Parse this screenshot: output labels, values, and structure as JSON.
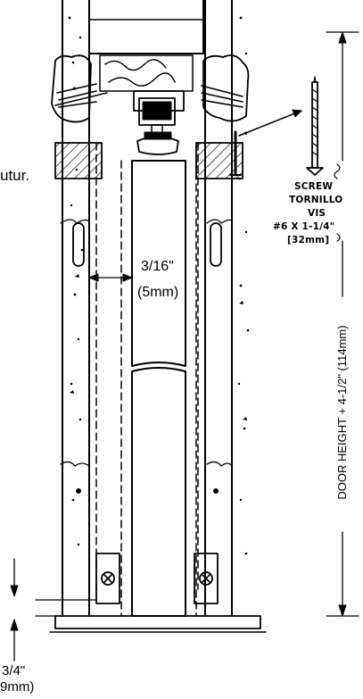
{
  "fragments": {
    "left_edge_text": "utur."
  },
  "screw_callout": {
    "line1": "SCREW",
    "line2": "TORNILLO",
    "line3": "VIS",
    "line4": "#6 X 1-1/4\"",
    "line5": "[32mm]"
  },
  "gap_dimension": {
    "imperial": "3/16\"",
    "metric": "(5mm)"
  },
  "height_dimension": {
    "label": "DOOR HEIGHT + 4-1/2\" (114mm)"
  },
  "bottom_dimension": {
    "imperial": "3/4\"",
    "metric": "9mm)"
  },
  "colors": {
    "ink": "#000000",
    "paper": "#ffffff"
  }
}
